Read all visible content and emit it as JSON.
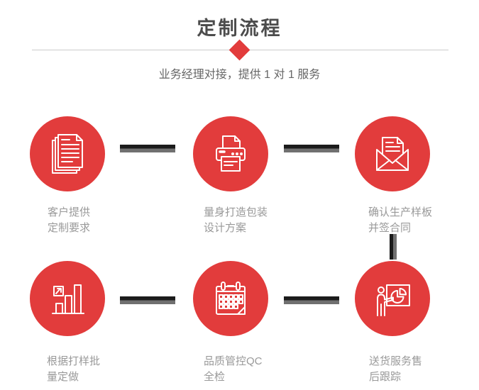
{
  "header": {
    "title": "定制流程",
    "subtitle": "业务经理对接，提供 1 对 1 服务"
  },
  "colors": {
    "accent_red": "#e23c3c",
    "title_gray": "#4c4c4c",
    "subtitle_gray": "#666666",
    "label_gray": "#999999",
    "divider_gray": "#cccccc",
    "connector_black": "#1b1b1b",
    "connector_gray": "#707070",
    "icon_white": "#ffffff"
  },
  "steps": [
    {
      "icon": "documents-icon",
      "label_line1": "客户提供",
      "label_line2": "定制要求"
    },
    {
      "icon": "printer-icon",
      "label_line1": "量身打造包装",
      "label_line2": "设计方案"
    },
    {
      "icon": "envelope-icon",
      "label_line1": "确认生产样板",
      "label_line2": "并签合同"
    },
    {
      "icon": "bar-chart-icon",
      "label_line1": "根据打样批",
      "label_line2": "量定做"
    },
    {
      "icon": "calendar-icon",
      "label_line1": "品质管控QC",
      "label_line2": "全检"
    },
    {
      "icon": "presenter-icon",
      "label_line1": "送货服务售",
      "label_line2": "后跟踪"
    }
  ]
}
